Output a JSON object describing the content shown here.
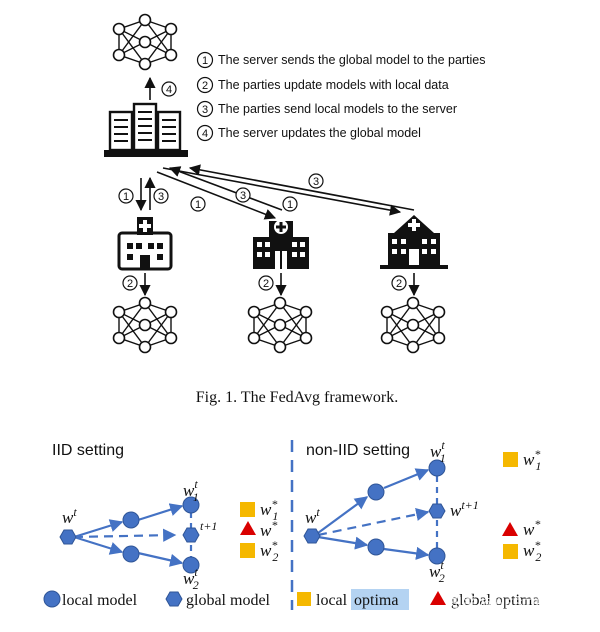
{
  "steps": [
    {
      "num": "1",
      "text": "The server sends the global model to the parties"
    },
    {
      "num": "2",
      "text": "The parties update models with local data"
    },
    {
      "num": "3",
      "text": "The parties send local models to the server"
    },
    {
      "num": "4",
      "text": "The server updates the global model"
    }
  ],
  "arrow_labels": {
    "server_up": "4",
    "p1_down": "1",
    "p1_up": "3",
    "p2_down": "1",
    "p2_up": "3",
    "p3_up": "3",
    "p1_local": "2",
    "p2_local": "2",
    "p3_local": "2"
  },
  "caption": "Fig. 1.  The FedAvg framework.",
  "iid": {
    "title": "IID setting",
    "w_t": "w",
    "w_t_sup": "t",
    "w1": "w",
    "w1_sub": "1",
    "w1_sup": "t",
    "w2": "w",
    "w2_sub": "2",
    "w2_sup": "t",
    "wt1_sup": "t+1",
    "opt1": "w",
    "opt1_sub": "1",
    "opt1_sup": "*",
    "optg": "w",
    "optg_sup": "*",
    "opt2": "w",
    "opt2_sub": "2",
    "opt2_sup": "*"
  },
  "noniid": {
    "title": "non-IID setting",
    "w_t": "w",
    "w_t_sup": "t",
    "w1": "w",
    "w1_sub": "1",
    "w1_sup": "t",
    "w2": "w",
    "w2_sub": "2",
    "w2_sup": "t",
    "wt1": "w",
    "wt1_sup": "t+1",
    "opt1": "w",
    "opt1_sub": "1",
    "opt1_sup": "*",
    "optg": "w",
    "optg_sup": "*",
    "opt2": "w",
    "opt2_sub": "2",
    "opt2_sup": "*"
  },
  "legend": {
    "local_model": "local model",
    "global_model": "global model",
    "local_optima_a": "local",
    "local_optima_b": "optima",
    "global_optima": "global optima"
  },
  "watermark": "知乎 @HESTIRE",
  "colors": {
    "node_blue": "#4472c4",
    "node_stroke": "#2f5597",
    "optima_orange": "#f5b800",
    "optima_red": "#d90000",
    "highlight": "#b4d3f2"
  }
}
